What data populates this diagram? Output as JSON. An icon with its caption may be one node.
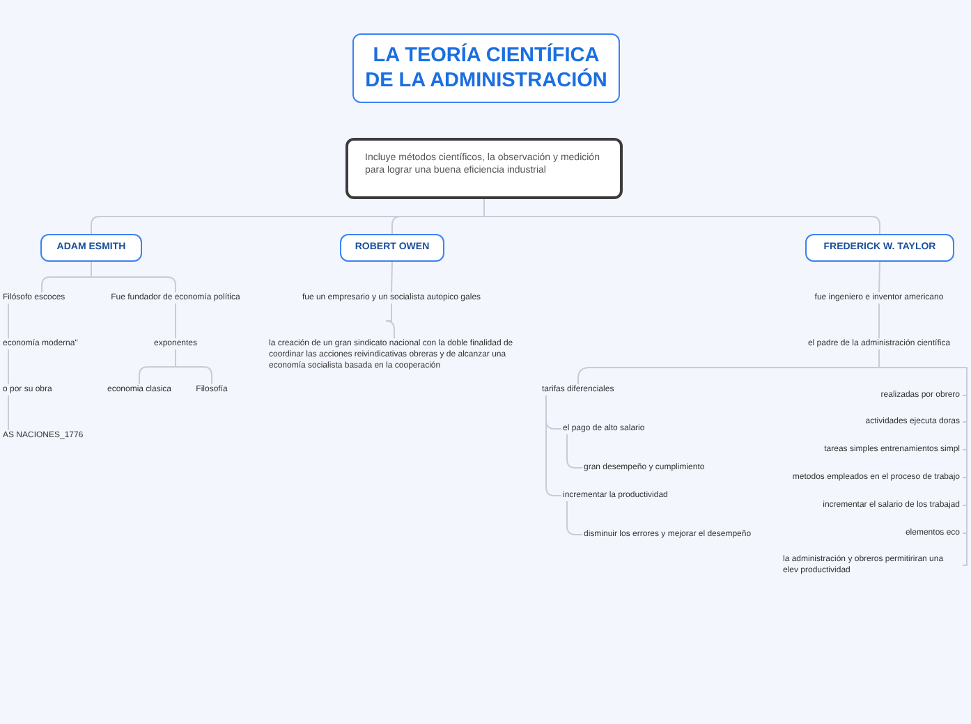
{
  "diagram": {
    "nodes": [
      {
        "text": [
          "LA TEORÍA CIENTÍFICA DE LA ADMINISTRACIÓN"
        ]
      },
      {
        "text": [
          "Incluye métodos científicos, la observación y medición para lograr una buena eficiencia industrial"
        ]
      },
      {
        "text": [
          "ADAM ESMITH"
        ]
      },
      {
        "text": [
          "ROBERT OWEN"
        ]
      },
      {
        "text": [
          "FREDERICK W. TAYLOR"
        ]
      },
      {
        "text": [
          "Filósofo escoces"
        ]
      },
      {
        "text": [
          "Fue fundador de economía política"
        ]
      },
      {
        "text": [
          "economía moderna\""
        ]
      },
      {
        "text": [
          "o por su obra"
        ]
      },
      {
        "text": [
          "AS NACIONES_1776"
        ]
      },
      {
        "text": [
          "exponentes"
        ]
      },
      {
        "text": [
          "economia clasica"
        ]
      },
      {
        "text": [
          "Filosofía"
        ]
      },
      {
        "text": [
          "fue un empresario y un socialista autopico gales"
        ]
      },
      {
        "text": [
          "la creación de un gran sindicato nacional con la doble finalidad de coordinar las acciones reivindicativas obreras y de alcanzar una economía socialista basada en la cooperación"
        ]
      },
      {
        "text": [
          "fue ingeniero e inventor americano"
        ]
      },
      {
        "text": [
          "el padre de la administración científica"
        ]
      },
      {
        "text": [
          "tarifas diferenciales"
        ]
      },
      {
        "text": [
          "el pago de alto salario"
        ]
      },
      {
        "text": [
          "gran desempeño y cumplimiento"
        ]
      },
      {
        "text": [
          "incrementar la productividad"
        ]
      },
      {
        "text": [
          "disminuir los errores y mejorar el desempeño"
        ]
      },
      {
        "text": [
          "realizadas por obrero"
        ]
      },
      {
        "text": [
          "actividades ejecuta doras"
        ]
      },
      {
        "text": [
          "tareas simples entrenamientos simpl"
        ]
      },
      {
        "text": [
          "metodos empleados en el proceso de trabajo"
        ]
      },
      {
        "text": [
          "incrementar el salario de los trabajad"
        ]
      },
      {
        "text": [
          "elementos eco"
        ]
      },
      {
        "text": [
          "la administración y obreros permitiriran una elev productividad"
        ]
      }
    ],
    "edges": [
      {
        "from": 1,
        "to": 2,
        "arrow": "none"
      },
      {
        "from": 1,
        "to": 3,
        "arrow": "none"
      },
      {
        "from": 1,
        "to": 4,
        "arrow": "none"
      },
      {
        "from": 2,
        "to": 5,
        "arrow": "none"
      },
      {
        "from": 2,
        "to": 6,
        "arrow": "none"
      },
      {
        "from": 5,
        "to": 7,
        "arrow": "none"
      },
      {
        "from": 7,
        "to": 8,
        "arrow": "none"
      },
      {
        "from": 8,
        "to": 9,
        "arrow": "none"
      },
      {
        "from": 6,
        "to": 10,
        "arrow": "none"
      },
      {
        "from": 10,
        "to": 11,
        "arrow": "none"
      },
      {
        "from": 10,
        "to": 12,
        "arrow": "none"
      },
      {
        "from": 3,
        "to": 13,
        "arrow": "none"
      },
      {
        "from": 13,
        "to": 14,
        "arrow": "none"
      },
      {
        "from": 4,
        "to": 15,
        "arrow": "none"
      },
      {
        "from": 15,
        "to": 16,
        "arrow": "none"
      },
      {
        "from": 16,
        "to": 17,
        "arrow": "none"
      },
      {
        "from": 17,
        "to": 18,
        "arrow": "none"
      },
      {
        "from": 18,
        "to": 19,
        "arrow": "none"
      },
      {
        "from": 17,
        "to": 20,
        "arrow": "none"
      },
      {
        "from": 20,
        "to": 21,
        "arrow": "none"
      },
      {
        "from": 16,
        "to": 22,
        "arrow": "none"
      },
      {
        "from": 16,
        "to": 23,
        "arrow": "none"
      },
      {
        "from": 16,
        "to": 24,
        "arrow": "none"
      },
      {
        "from": 16,
        "to": 25,
        "arrow": "none"
      },
      {
        "from": 16,
        "to": 26,
        "arrow": "none"
      },
      {
        "from": 16,
        "to": 27,
        "arrow": "none"
      },
      {
        "from": 16,
        "to": 28,
        "arrow": "none"
      }
    ]
  }
}
